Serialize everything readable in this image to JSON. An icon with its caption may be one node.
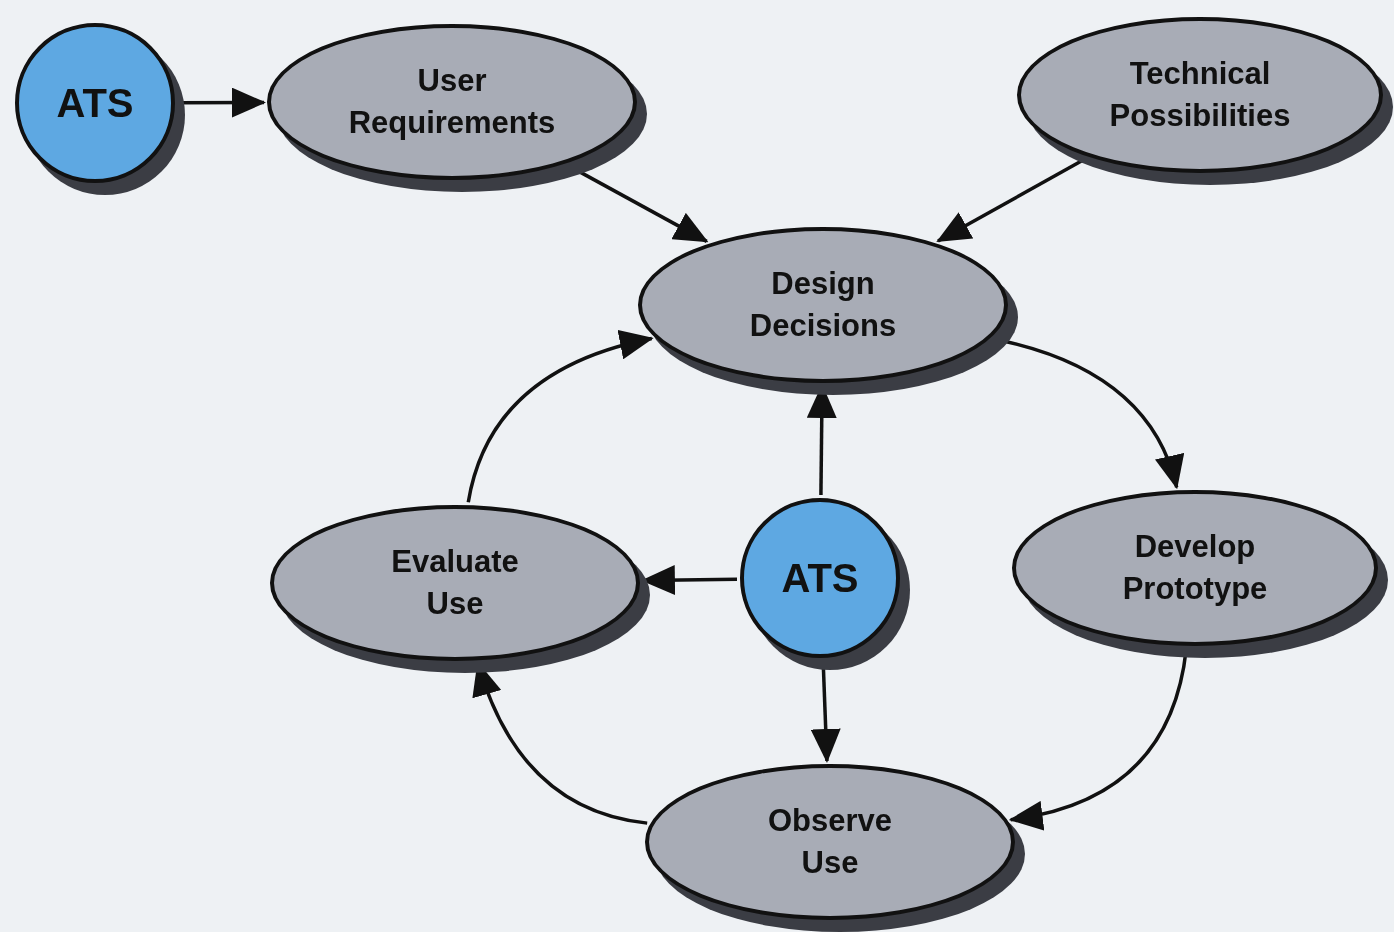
{
  "diagram": {
    "nodes": [
      {
        "text": [
          "ATS"
        ]
      },
      {
        "text": [
          "User Requirements"
        ]
      },
      {
        "text": [
          "Technical Possibilities"
        ]
      },
      {
        "text": [
          "Design Decisions"
        ]
      },
      {
        "text": [
          "Evaluate Use"
        ]
      },
      {
        "text": [
          "ATS"
        ]
      },
      {
        "text": [
          "Develop Prototype"
        ]
      },
      {
        "text": [
          "Observe Use"
        ]
      }
    ],
    "edges": [
      {
        "from": 0,
        "to": 1,
        "arrow": "to"
      },
      {
        "from": 1,
        "to": 3,
        "arrow": "to"
      },
      {
        "from": 2,
        "to": 3,
        "arrow": "to"
      },
      {
        "from": 3,
        "to": 6,
        "arrow": "to"
      },
      {
        "from": 6,
        "to": 7,
        "arrow": "to"
      },
      {
        "from": 7,
        "to": 4,
        "arrow": "to"
      },
      {
        "from": 4,
        "to": 3,
        "arrow": "to"
      },
      {
        "from": 5,
        "to": 3,
        "arrow": "to"
      },
      {
        "from": 5,
        "to": 4,
        "arrow": "to"
      },
      {
        "from": 5,
        "to": 7,
        "arrow": "to"
      }
    ]
  }
}
